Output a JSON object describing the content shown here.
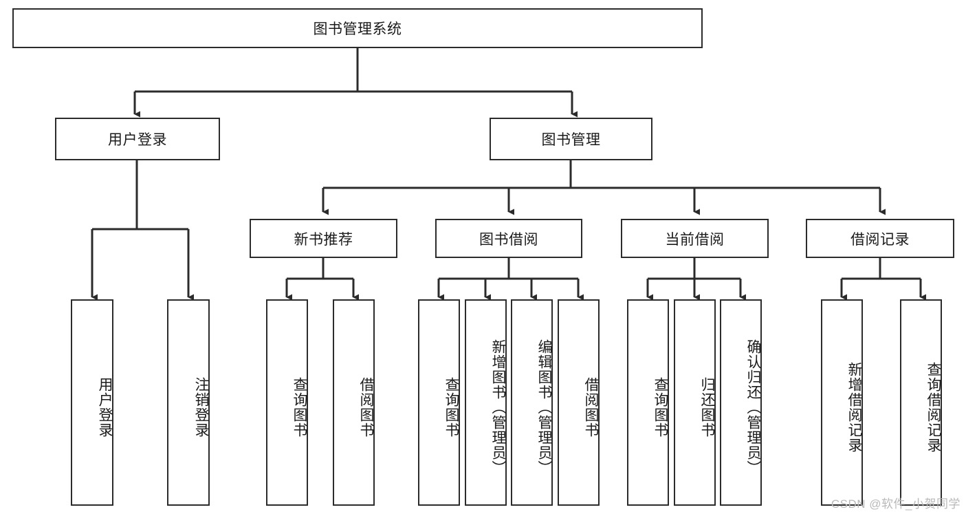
{
  "diagram": {
    "title": "图书管理系统",
    "type": "tree-hierarchy",
    "watermark": "CSDN @软件_小贺同学",
    "colors": {
      "stroke": "#2b2b2b",
      "fill": "#ffffff",
      "text": "#1a1a1a",
      "watermark": "#b9b9b9"
    },
    "nodes": {
      "root": {
        "label": "图书管理系统"
      },
      "level2": [
        {
          "id": "user-login",
          "label": "用户登录"
        },
        {
          "id": "book-manage",
          "label": "图书管理"
        }
      ],
      "level3": [
        {
          "id": "new-book-recommend",
          "label": "新书推荐"
        },
        {
          "id": "book-borrow",
          "label": "图书借阅"
        },
        {
          "id": "current-borrow",
          "label": "当前借阅"
        },
        {
          "id": "borrow-record",
          "label": "借阅记录"
        }
      ],
      "leaves": {
        "user_login": [
          {
            "id": "leaf-user-login",
            "label": "用户登录"
          },
          {
            "id": "leaf-logout-login",
            "label": "注销登录"
          }
        ],
        "new_book_recommend": [
          {
            "id": "leaf-query-book-1",
            "label": "查询图书"
          },
          {
            "id": "leaf-borrow-book-1",
            "label": "借阅图书"
          }
        ],
        "book_borrow": [
          {
            "id": "leaf-query-book-2",
            "label": "查询图书"
          },
          {
            "id": "leaf-add-book",
            "label": "新增图书（管理员）"
          },
          {
            "id": "leaf-edit-book",
            "label": "编辑图书（管理员）"
          },
          {
            "id": "leaf-borrow-book-2",
            "label": "借阅图书"
          }
        ],
        "current_borrow": [
          {
            "id": "leaf-query-book-3",
            "label": "查询图书"
          },
          {
            "id": "leaf-return-book",
            "label": "归还图书"
          },
          {
            "id": "leaf-confirm-return",
            "label": "确认归还（管理员）"
          }
        ],
        "borrow_record": [
          {
            "id": "leaf-add-record",
            "label": "新增借阅记录"
          },
          {
            "id": "leaf-query-record",
            "label": "查询借阅记录"
          }
        ]
      }
    }
  }
}
